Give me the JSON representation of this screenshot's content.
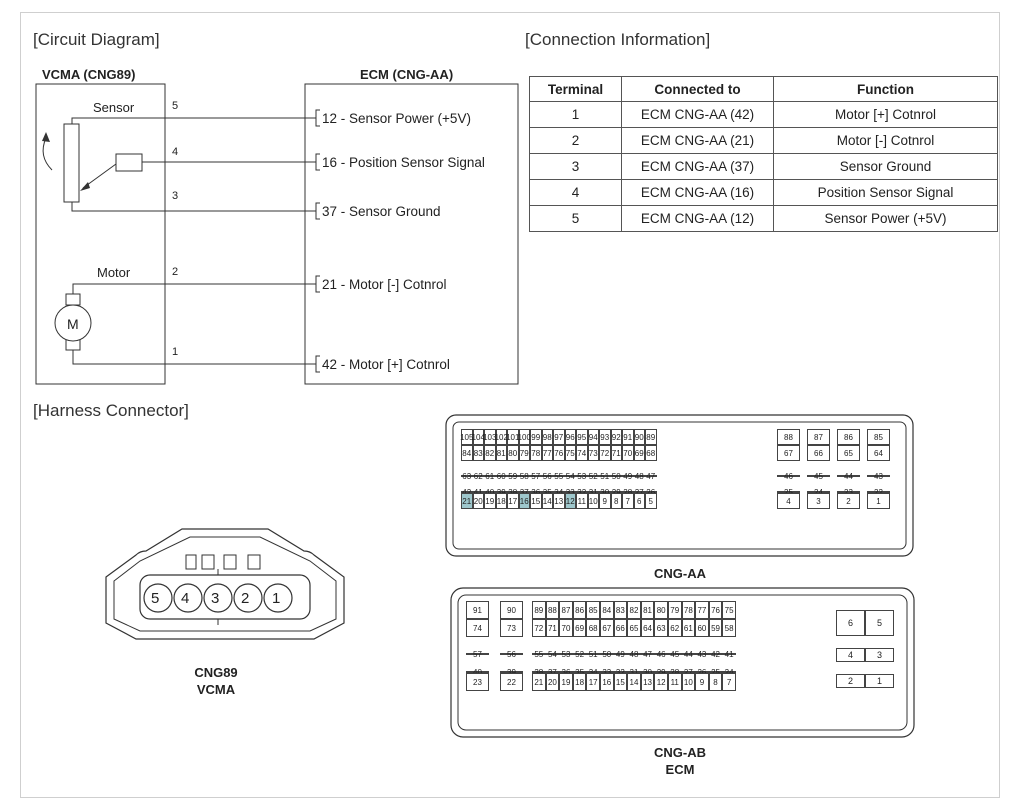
{
  "titles": {
    "circuit": "[Circuit Diagram]",
    "connection": "[Connection Information]",
    "harness": "[Harness Connector]"
  },
  "circuit": {
    "vcma_label": "VCMA (CNG89)",
    "ecm_label": "ECM (CNG-AA)",
    "sensor_label": "Sensor",
    "motor_label": "Motor",
    "motor_symbol": "M",
    "vcma_pins": [
      "5",
      "4",
      "3",
      "2",
      "1"
    ],
    "ecm_pins": [
      "12 - Sensor Power (+5V)",
      "16 - Position Sensor Signal",
      "37 - Sensor Ground",
      "21 - Motor [-] Cotnrol",
      "42 - Motor [+] Cotnrol"
    ]
  },
  "connection_table": {
    "headers": [
      "Terminal",
      "Connected to",
      "Function"
    ],
    "rows": [
      [
        "1",
        "ECM CNG-AA (42)",
        "Motor [+] Cotnrol"
      ],
      [
        "2",
        "ECM CNG-AA (21)",
        "Motor [-] Cotnrol"
      ],
      [
        "3",
        "ECM CNG-AA (37)",
        "Sensor Ground"
      ],
      [
        "4",
        "ECM CNG-AA (16)",
        "Position Sensor Signal"
      ],
      [
        "5",
        "ECM CNG-AA (12)",
        "Sensor Power (+5V)"
      ]
    ]
  },
  "vcma_connector": {
    "pins": [
      "5",
      "4",
      "3",
      "2",
      "1"
    ],
    "caption_line1": "CNG89",
    "caption_line2": "VCMA"
  },
  "cng_aa": {
    "caption": "CNG-AA",
    "highlight_color": "#9ec7cc",
    "highlighted": [
      "42",
      "37",
      "21",
      "16",
      "12"
    ],
    "main_rows": [
      [
        "105",
        "104",
        "103",
        "102",
        "101",
        "100",
        "99",
        "98",
        "97",
        "96",
        "95",
        "94",
        "93",
        "92",
        "91",
        "90",
        "89"
      ],
      [
        "84",
        "83",
        "82",
        "81",
        "80",
        "79",
        "78",
        "77",
        "76",
        "75",
        "74",
        "73",
        "72",
        "71",
        "70",
        "69",
        "68"
      ],
      [
        "63",
        "62",
        "61",
        "60",
        "59",
        "58",
        "57",
        "56",
        "55",
        "54",
        "53",
        "52",
        "51",
        "50",
        "49",
        "48",
        "47"
      ],
      [
        "42",
        "41",
        "40",
        "39",
        "38",
        "37",
        "36",
        "35",
        "34",
        "33",
        "32",
        "31",
        "30",
        "29",
        "28",
        "27",
        "26"
      ],
      [
        "21",
        "20",
        "19",
        "18",
        "17",
        "16",
        "15",
        "14",
        "13",
        "12",
        "11",
        "10",
        "9",
        "8",
        "7",
        "6",
        "5"
      ]
    ],
    "side_rows": [
      [
        "88",
        "87",
        "86",
        "85"
      ],
      [
        "67",
        "66",
        "65",
        "64"
      ],
      [
        "46",
        "45",
        "44",
        "43"
      ],
      [
        "25",
        "24",
        "23",
        "22"
      ],
      [
        "4",
        "3",
        "2",
        "1"
      ]
    ]
  },
  "cng_ab": {
    "caption_line1": "CNG-AB",
    "caption_line2": "ECM",
    "left_rows": [
      [
        "91",
        "90"
      ],
      [
        "74",
        "73"
      ],
      [
        "57",
        "56"
      ],
      [
        "40",
        "39"
      ],
      [
        "23",
        "22"
      ]
    ],
    "main_rows": [
      [
        "89",
        "88",
        "87",
        "86",
        "85",
        "84",
        "83",
        "82",
        "81",
        "80",
        "79",
        "78",
        "77",
        "76",
        "75"
      ],
      [
        "72",
        "71",
        "70",
        "69",
        "68",
        "67",
        "66",
        "65",
        "64",
        "63",
        "62",
        "61",
        "60",
        "59",
        "58"
      ],
      [
        "55",
        "54",
        "53",
        "52",
        "51",
        "50",
        "49",
        "48",
        "47",
        "46",
        "45",
        "44",
        "43",
        "42",
        "41"
      ],
      [
        "38",
        "37",
        "36",
        "35",
        "34",
        "33",
        "32",
        "31",
        "30",
        "29",
        "28",
        "27",
        "26",
        "25",
        "24"
      ],
      [
        "21",
        "20",
        "19",
        "18",
        "17",
        "16",
        "15",
        "14",
        "13",
        "12",
        "11",
        "10",
        "9",
        "8",
        "7"
      ]
    ],
    "right_rows": [
      [
        "6",
        "5"
      ],
      [
        "4",
        "3"
      ],
      [
        "2",
        "1"
      ]
    ]
  }
}
